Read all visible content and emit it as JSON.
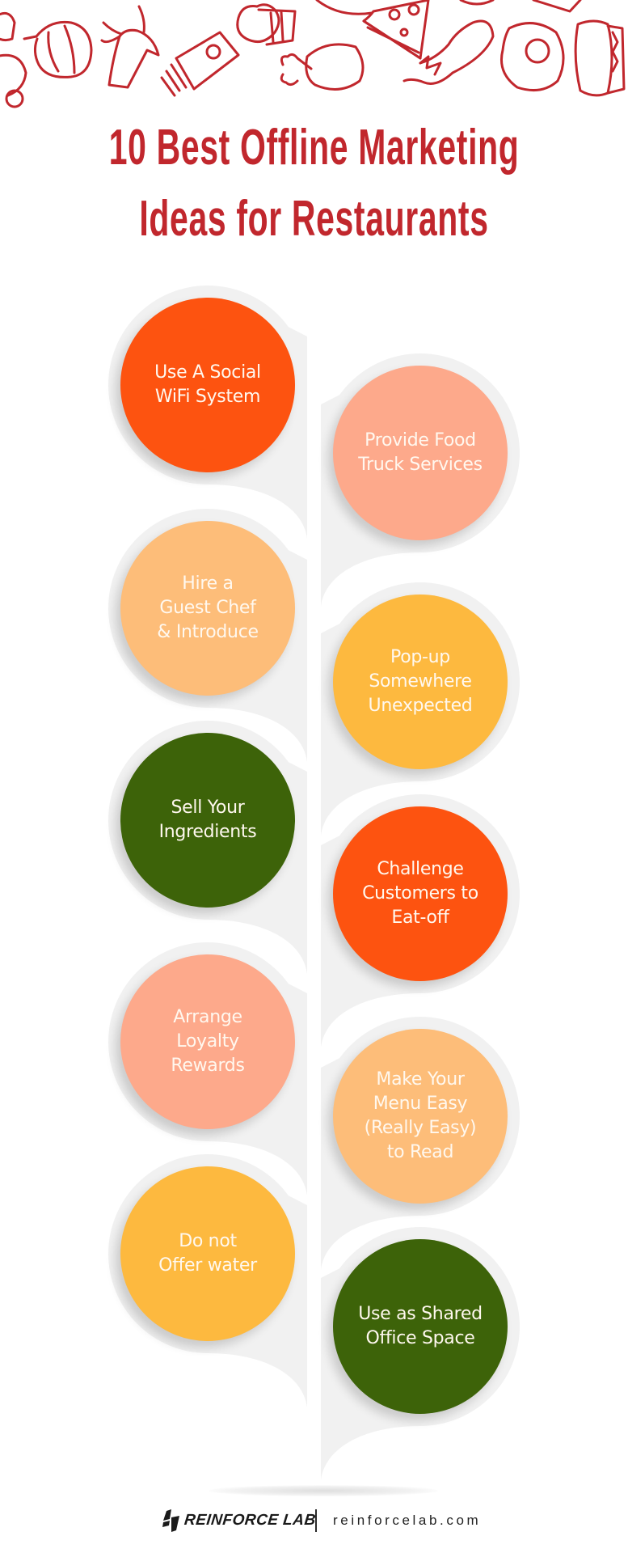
{
  "header": {
    "title_line1": "10 Best Offline Marketing",
    "title_line2": "Ideas for Restaurants",
    "title_color": "#c1272d",
    "doodles": [
      "pepper-icon",
      "banana-icon",
      "fries-icon",
      "cupcake-icon",
      "drumstick-icon",
      "pizza-icon",
      "eggplant-icon",
      "fried-egg-icon",
      "burger-icon"
    ]
  },
  "ideas": [
    {
      "label": "Use A Social WiFi System",
      "lines": [
        "Use A Social",
        "WiFi System"
      ],
      "color": "#fd5310",
      "column": "left"
    },
    {
      "label": "Provide Food Truck Services",
      "lines": [
        "Provide Food",
        "Truck Services"
      ],
      "color": "#fda98b",
      "column": "right"
    },
    {
      "label": "Hire a Guest Chef & Introduce",
      "lines": [
        "Hire a",
        "Guest Chef",
        "& Introduce"
      ],
      "color": "#fdbd79",
      "column": "left"
    },
    {
      "label": "Pop-up Somewhere Unexpected",
      "lines": [
        "Pop-up",
        "Somewhere",
        "Unexpected"
      ],
      "color": "#fdb93f",
      "column": "right"
    },
    {
      "label": "Sell Your Ingredients",
      "lines": [
        "Sell Your",
        "Ingredients"
      ],
      "color": "#3d6309",
      "column": "left"
    },
    {
      "label": "Challenge Customers to Eat-off",
      "lines": [
        "Challenge",
        "Customers to",
        "Eat-off"
      ],
      "color": "#fd5310",
      "column": "right"
    },
    {
      "label": "Arrange Loyalty Rewards",
      "lines": [
        "Arrange",
        "Loyalty",
        "Rewards"
      ],
      "color": "#fda98b",
      "column": "left"
    },
    {
      "label": "Make Your Menu Easy (Really Easy) to Read",
      "lines": [
        "Make Your",
        "Menu Easy",
        "(Really Easy)",
        "to Read"
      ],
      "color": "#fdbd79",
      "column": "right"
    },
    {
      "label": "Do not Offer water",
      "lines": [
        "Do not",
        "Offer water"
      ],
      "color": "#fdb93f",
      "column": "left"
    },
    {
      "label": "Use as Shared Office Space",
      "lines": [
        "Use as Shared",
        "Office Space"
      ],
      "color": "#3d6309",
      "column": "right"
    }
  ],
  "footer": {
    "brand": "REINFORCE LAB",
    "url": "reinforcelab.com"
  }
}
